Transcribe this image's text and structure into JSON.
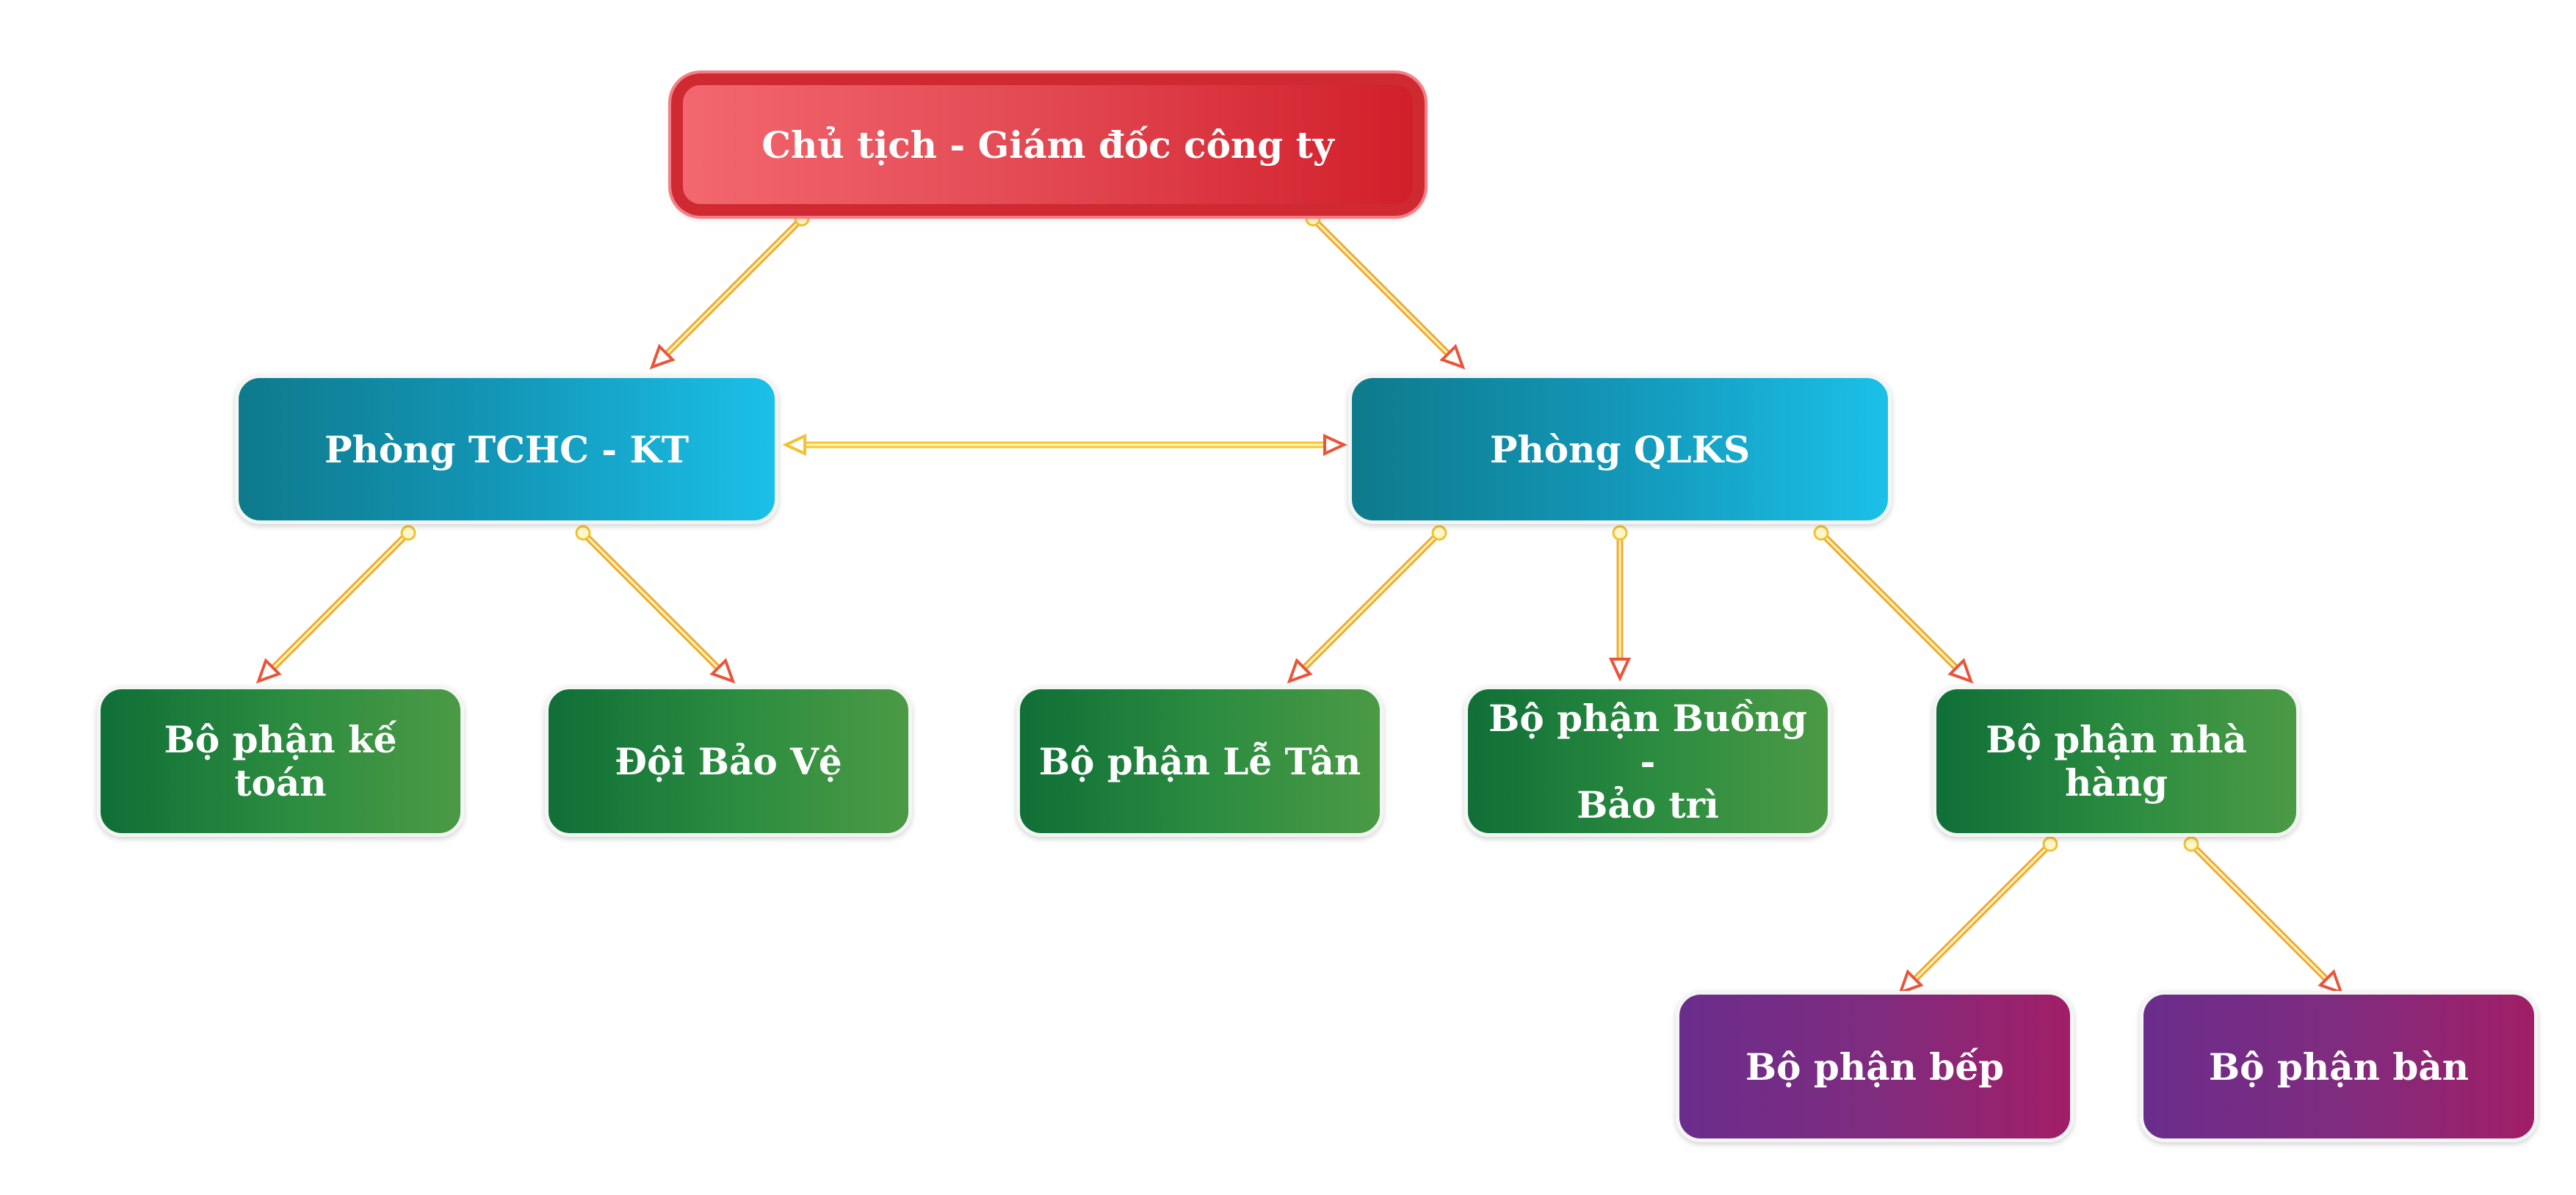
{
  "nodes": {
    "ceo": "Chủ tịch - Giám đốc công ty",
    "tchc": "Phòng TCHC - KT",
    "qlks": "Phòng QLKS",
    "ke_toan": "Bộ phận kế toán",
    "bao_ve": "Đội Bảo Vệ",
    "le_tan": "Bộ phận Lễ Tân",
    "buong_line1": "Bộ phận Buồng -",
    "buong_line2": "Bảo trì",
    "nha_hang": "Bộ phận nhà hàng",
    "bep": "Bộ phận bếp",
    "ban": "Bộ phận bàn"
  },
  "colors": {
    "ceo": "#d11f2a",
    "department": "#1397b8",
    "unit": "#2d8d40",
    "sub_unit": "#7f2c7f",
    "connector_start": "#f5e23a",
    "connector_end": "#e8553a"
  }
}
